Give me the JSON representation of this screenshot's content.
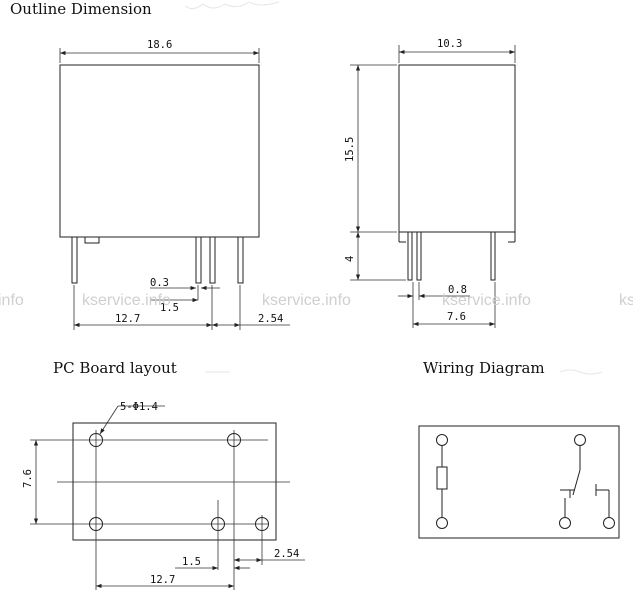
{
  "titles": {
    "outline": "Outline Dimension",
    "pcb": "PC Board layout",
    "wiring": "Wiring Diagram"
  },
  "outline_front": {
    "width": "18.6",
    "pitch_small": "0.3",
    "pitch_mid": "1.5",
    "span": "12.7",
    "offset": "2.54"
  },
  "outline_side": {
    "width": "10.3",
    "height": "15.5",
    "pin_length": "4",
    "pin_thick": "0.8",
    "pin_span": "7.6"
  },
  "pcb": {
    "holes": "5-Φ1.4",
    "row_spacing": "7.6",
    "gap": "1.5",
    "offset": "2.54",
    "span": "12.7"
  },
  "watermark": {
    "left_partial": "info",
    "mid1": "kservice.info",
    "mid2": "kservice.info",
    "mid3": "kservice.info",
    "right_partial": "ks"
  }
}
